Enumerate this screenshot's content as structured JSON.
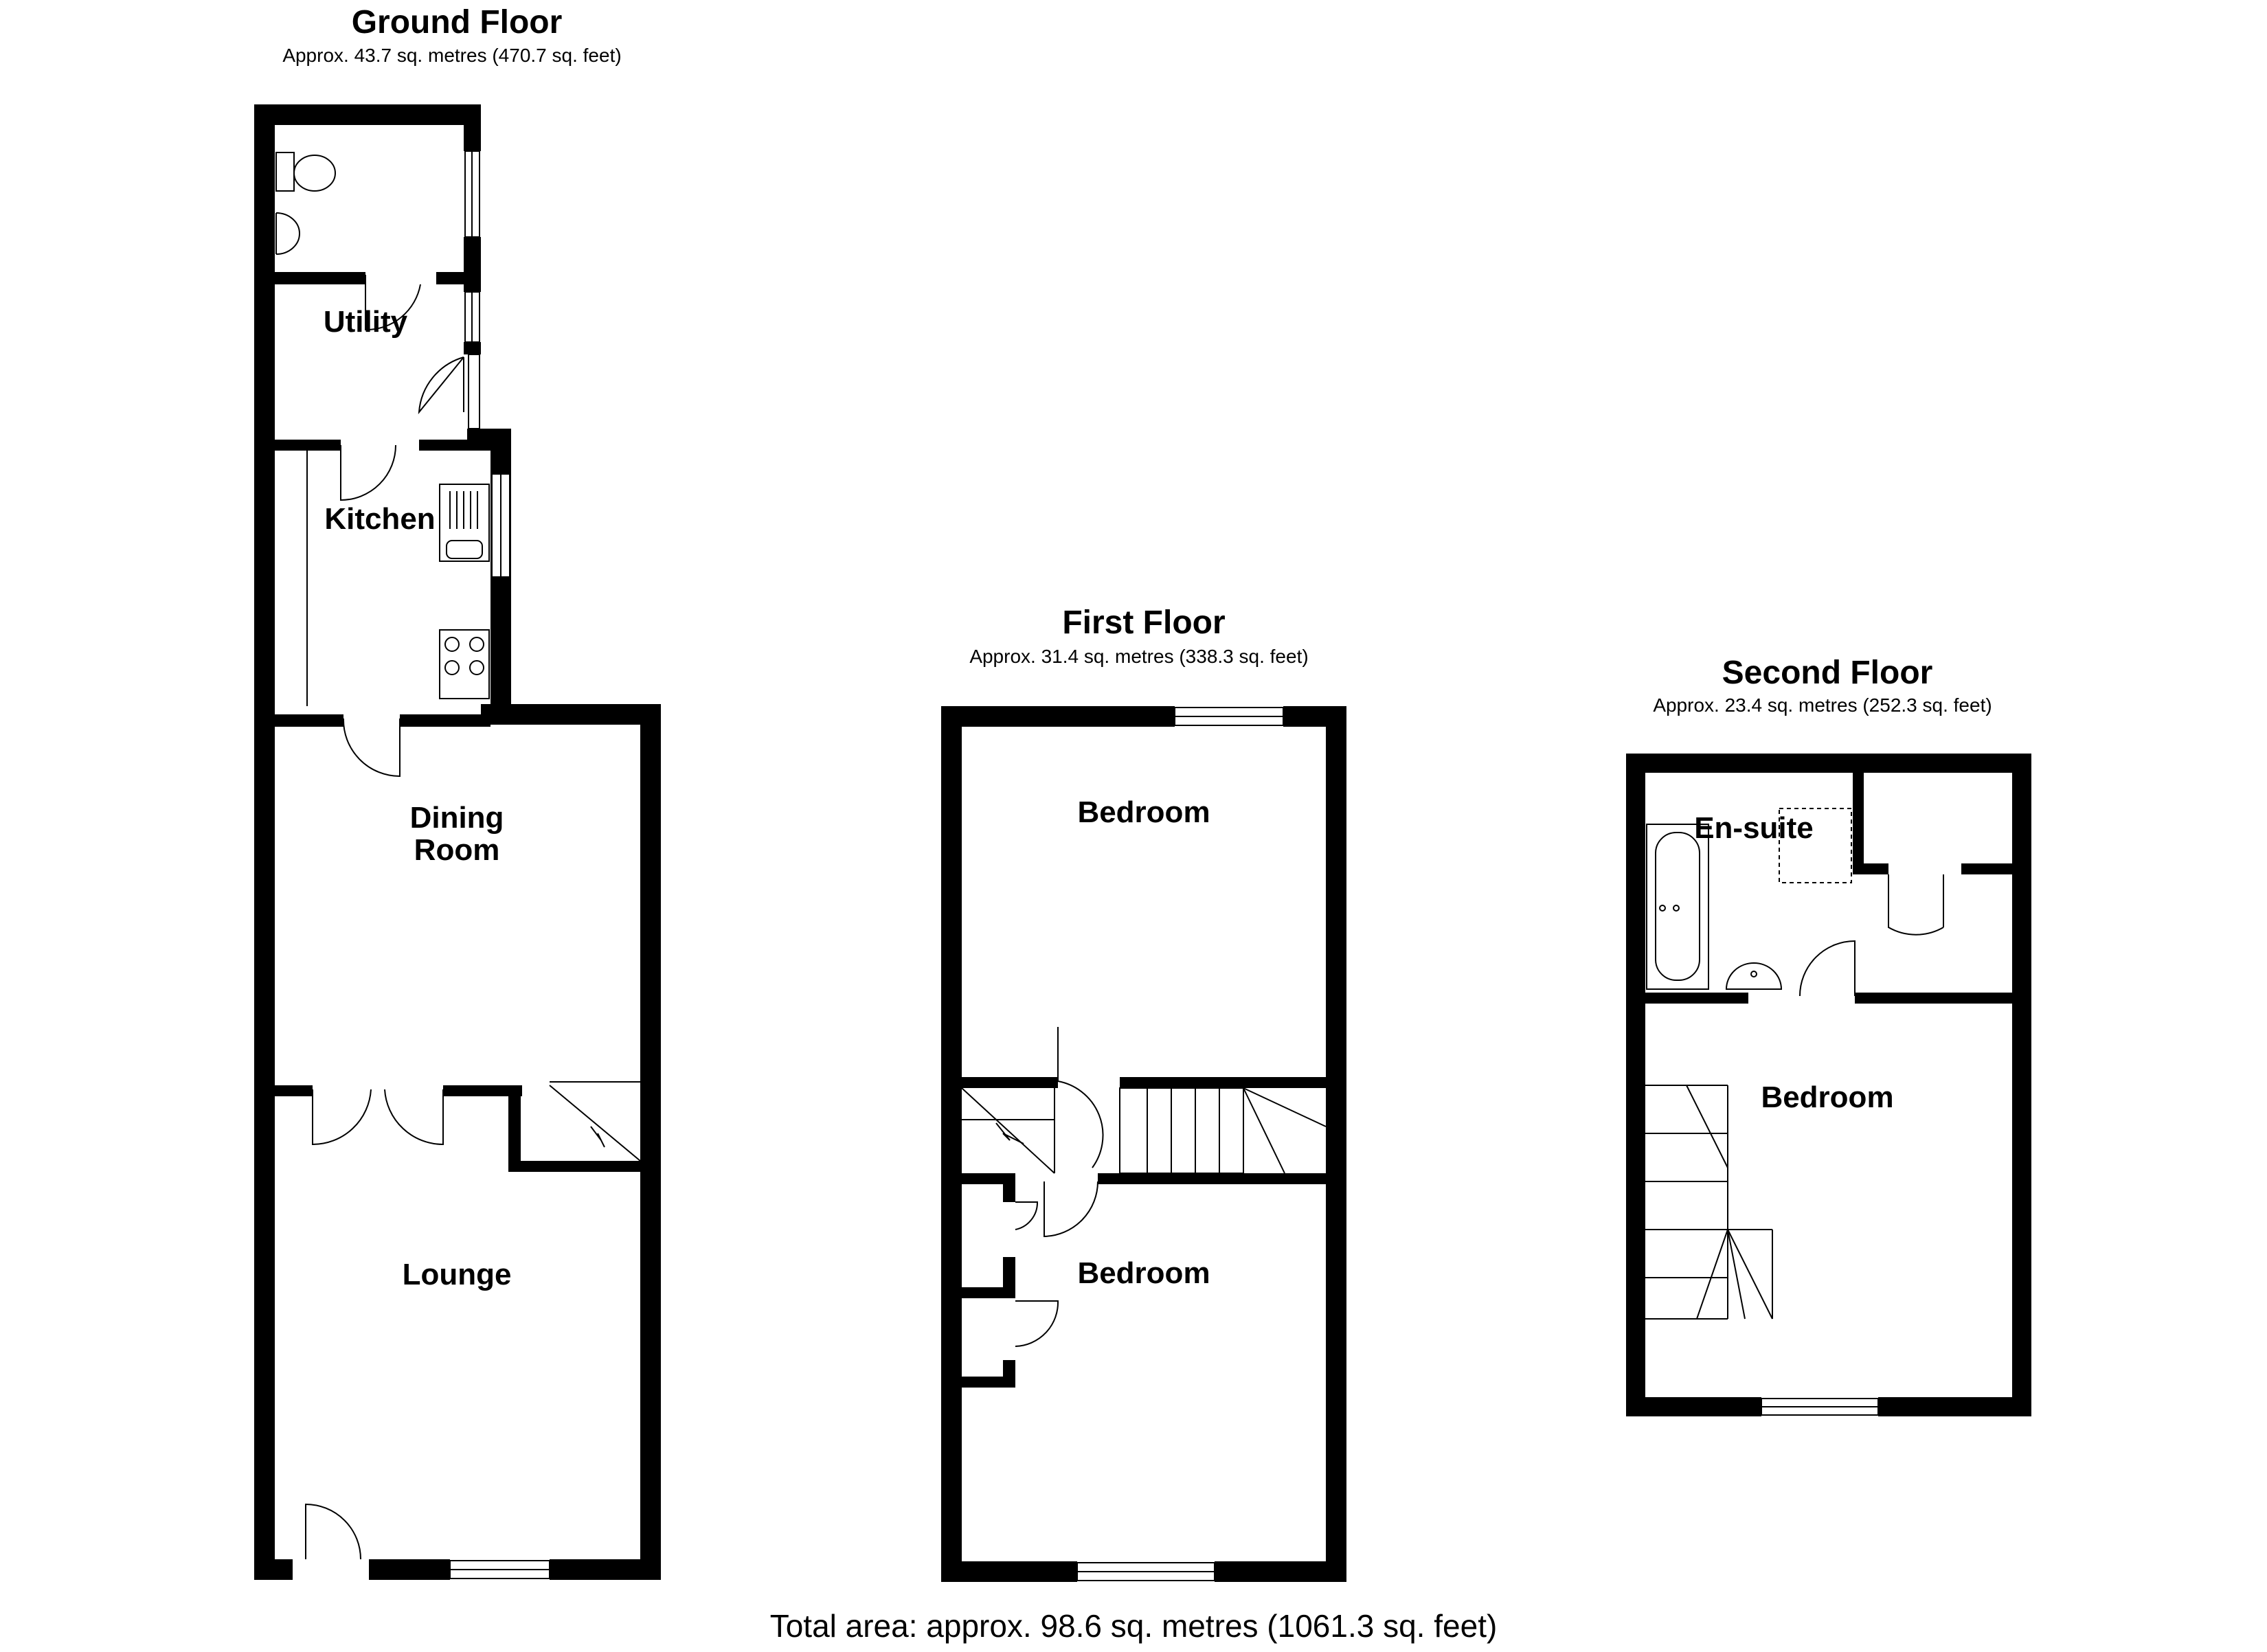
{
  "floors": {
    "ground": {
      "title": "Ground Floor",
      "area": "Approx. 43.7 sq. metres (470.7 sq. feet)",
      "rooms": {
        "utility": "Utility",
        "kitchen": "Kitchen",
        "dining_line1": "Dining",
        "dining_line2": "Room",
        "lounge": "Lounge"
      }
    },
    "first": {
      "title": "First Floor",
      "area": "Approx. 31.4 sq. metres (338.3 sq. feet)",
      "rooms": {
        "bedroom_rear": "Bedroom",
        "bedroom_front": "Bedroom"
      }
    },
    "second": {
      "title": "Second Floor",
      "area": "Approx. 23.4 sq. metres (252.3 sq. feet)",
      "rooms": {
        "ensuite": "En-suite",
        "bedroom": "Bedroom"
      }
    }
  },
  "total_area": "Total area: approx. 98.6 sq. metres (1061.3 sq. feet)"
}
